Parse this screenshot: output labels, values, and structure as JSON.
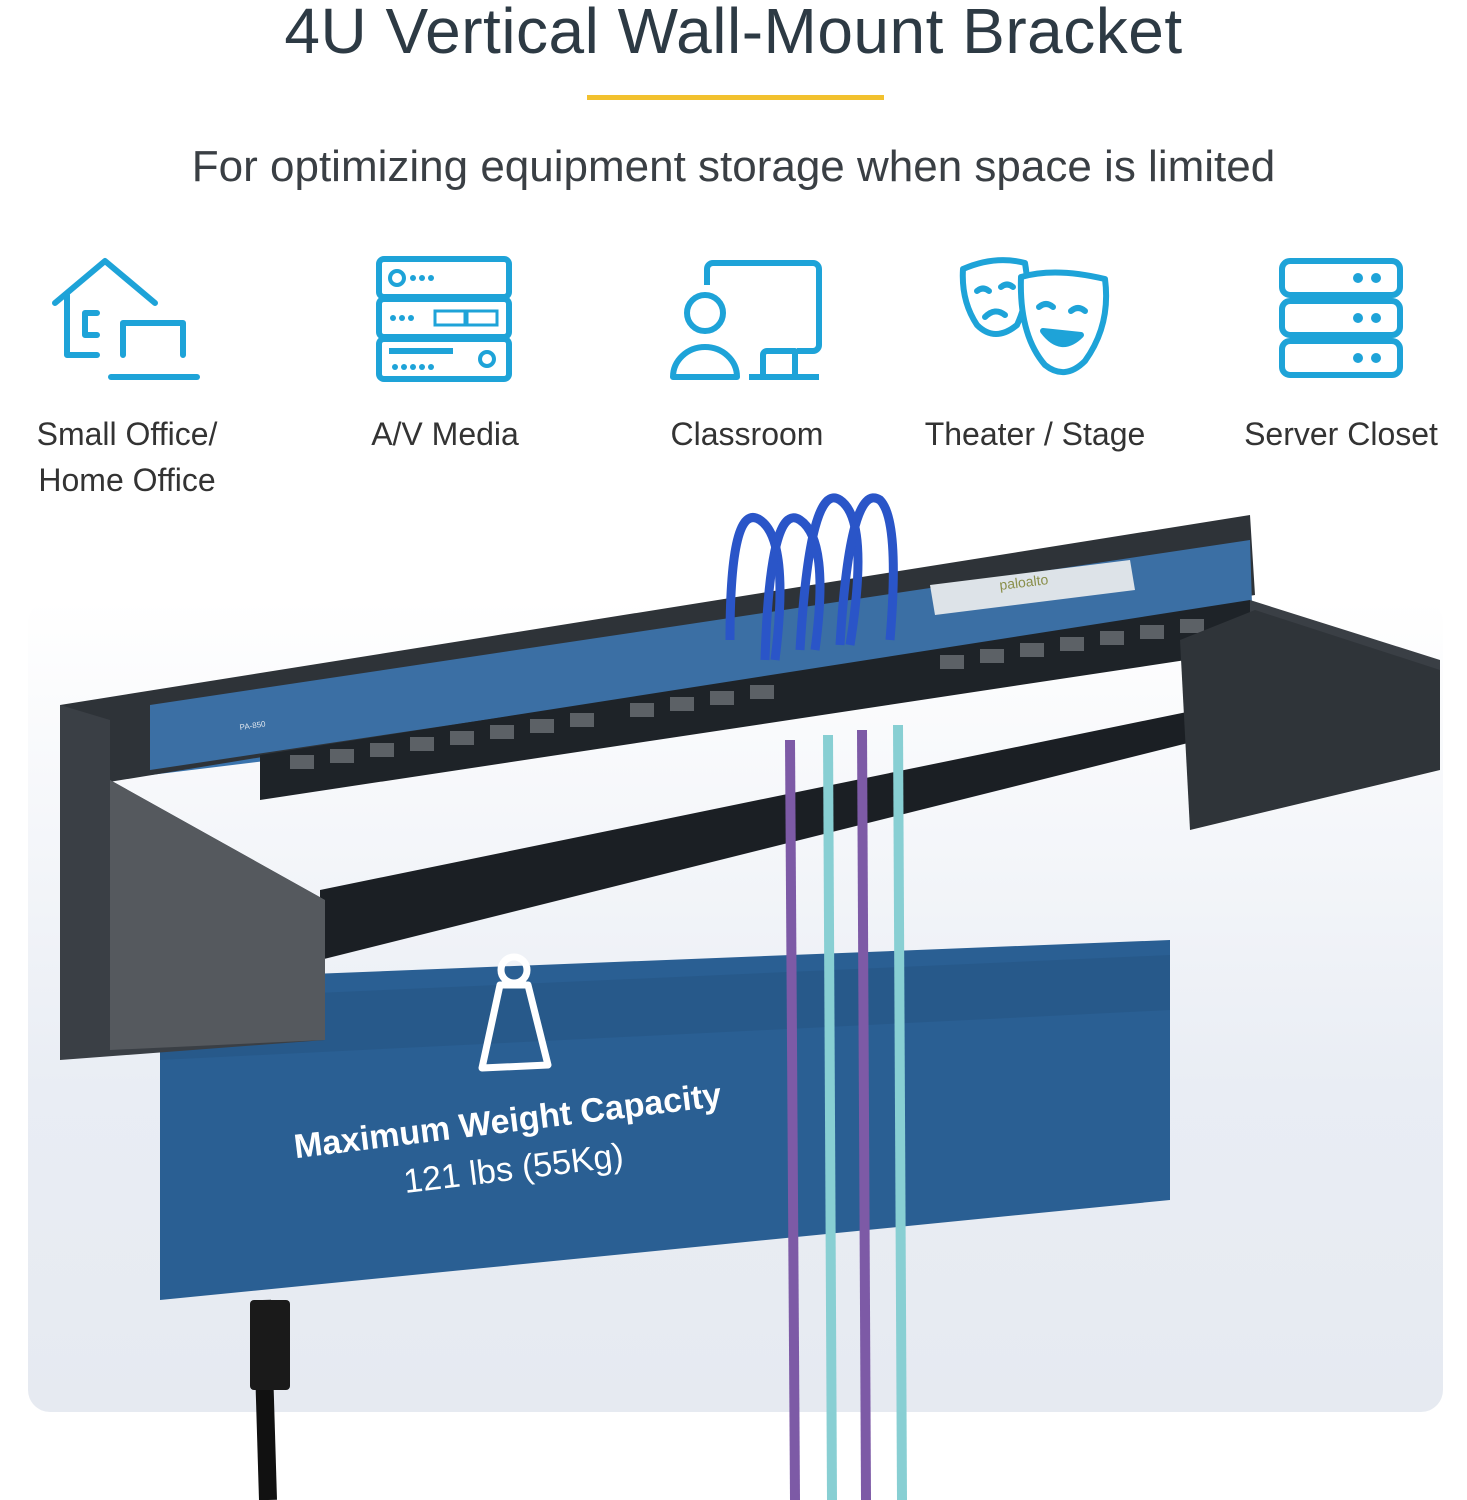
{
  "header": {
    "title": "4U Vertical Wall-Mount Bracket",
    "subtitle": "For optimizing equipment storage when space is limited"
  },
  "colors": {
    "accent_rule": "#f2c12e",
    "icon": "#1ea3d8",
    "device_blue": "#2a5f93"
  },
  "use_cases": [
    {
      "icon": "home-office-icon",
      "label_lines": [
        "Small Office/",
        "Home Office"
      ]
    },
    {
      "icon": "av-media-rack-icon",
      "label_lines": [
        "A/V Media"
      ]
    },
    {
      "icon": "classroom-icon",
      "label_lines": [
        "Classroom"
      ]
    },
    {
      "icon": "theater-masks-icon",
      "label_lines": [
        "Theater / Stage"
      ]
    },
    {
      "icon": "server-closet-icon",
      "label_lines": [
        "Server Closet"
      ]
    }
  ],
  "product": {
    "weight_icon": "weight-icon",
    "weight_title": "Maximum Weight Capacity",
    "weight_value": "121 lbs (55Kg)",
    "device_model": "PA-850",
    "device_brand": "paloalto"
  }
}
